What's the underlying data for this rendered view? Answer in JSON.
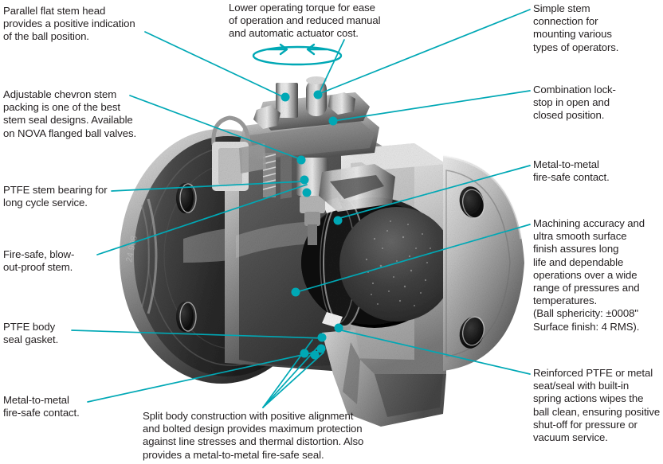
{
  "figure": {
    "subject": "cutaway-ball-valve",
    "accent_color": "#00a8b5",
    "text_color": "#231f20",
    "background_color": "#ffffff",
    "photo_tone_light": "#e9e9e9",
    "photo_tone_mid": "#9b9b9b",
    "photo_tone_dark": "#3a3a3a",
    "photo_tone_darkest": "#1c1c1c"
  },
  "rotation_indicator": {
    "name": "quarter-turn-rotation-arrows",
    "label": ""
  },
  "callouts": [
    {
      "id": "parallel-flat-stem-head",
      "text": "Parallel flat stem head\nprovides a positive indication\nof the ball position.",
      "align": "left"
    },
    {
      "id": "lower-operating-torque",
      "text": "Lower operating torque for ease\nof operation and reduced manual\nand automatic actuator cost.",
      "align": "left"
    },
    {
      "id": "simple-stem-connection",
      "text": "Simple stem\nconnection for\nmounting various\ntypes of operators.",
      "align": "left"
    },
    {
      "id": "adjustable-chevron-stem-packing",
      "text": "Adjustable chevron stem\npacking is one of the best\nstem seal designs. Available\non NOVA flanged ball valves.",
      "align": "left"
    },
    {
      "id": "combination-lock-stop",
      "text": "Combination lock-\nstop in open and\nclosed position.",
      "align": "left"
    },
    {
      "id": "ptfe-stem-bearing",
      "text": "PTFE stem bearing for\nlong cycle service.",
      "align": "left"
    },
    {
      "id": "metal-to-metal-fire-safe-contact-upper",
      "text": "Metal-to-metal\nfire-safe contact.",
      "align": "left"
    },
    {
      "id": "fire-safe-blow-out-proof-stem",
      "text": "Fire-safe, blow-\nout-proof stem.",
      "align": "left"
    },
    {
      "id": "machining-accuracy",
      "text": "Machining accuracy and\nultra smooth surface\nfinish assures long\nlife and dependable\noperations over a wide\nrange of pressures and\ntemperatures.\n(Ball sphericity: ±0008\"\nSurface finish: 4 RMS).",
      "align": "left"
    },
    {
      "id": "ptfe-body-seal-gasket",
      "text": "PTFE body\nseal gasket.",
      "align": "left"
    },
    {
      "id": "reinforced-ptfe-seat-seal",
      "text": "Reinforced PTFE or metal\nseat/seal with built-in\nspring actions wipes the\nball clean, ensuring positive\nshut-off for pressure or\nvacuum service.",
      "align": "left"
    },
    {
      "id": "metal-to-metal-fire-safe-contact-lower",
      "text": "Metal-to-metal\nfire-safe contact.",
      "align": "left"
    },
    {
      "id": "split-body-construction",
      "text": "Split body construction with positive alignment\nand bolted design provides maximum protection\nagainst line stresses and thermal distortion. Also\nprovides a metal-to-metal fire-safe seal.",
      "align": "left"
    }
  ]
}
